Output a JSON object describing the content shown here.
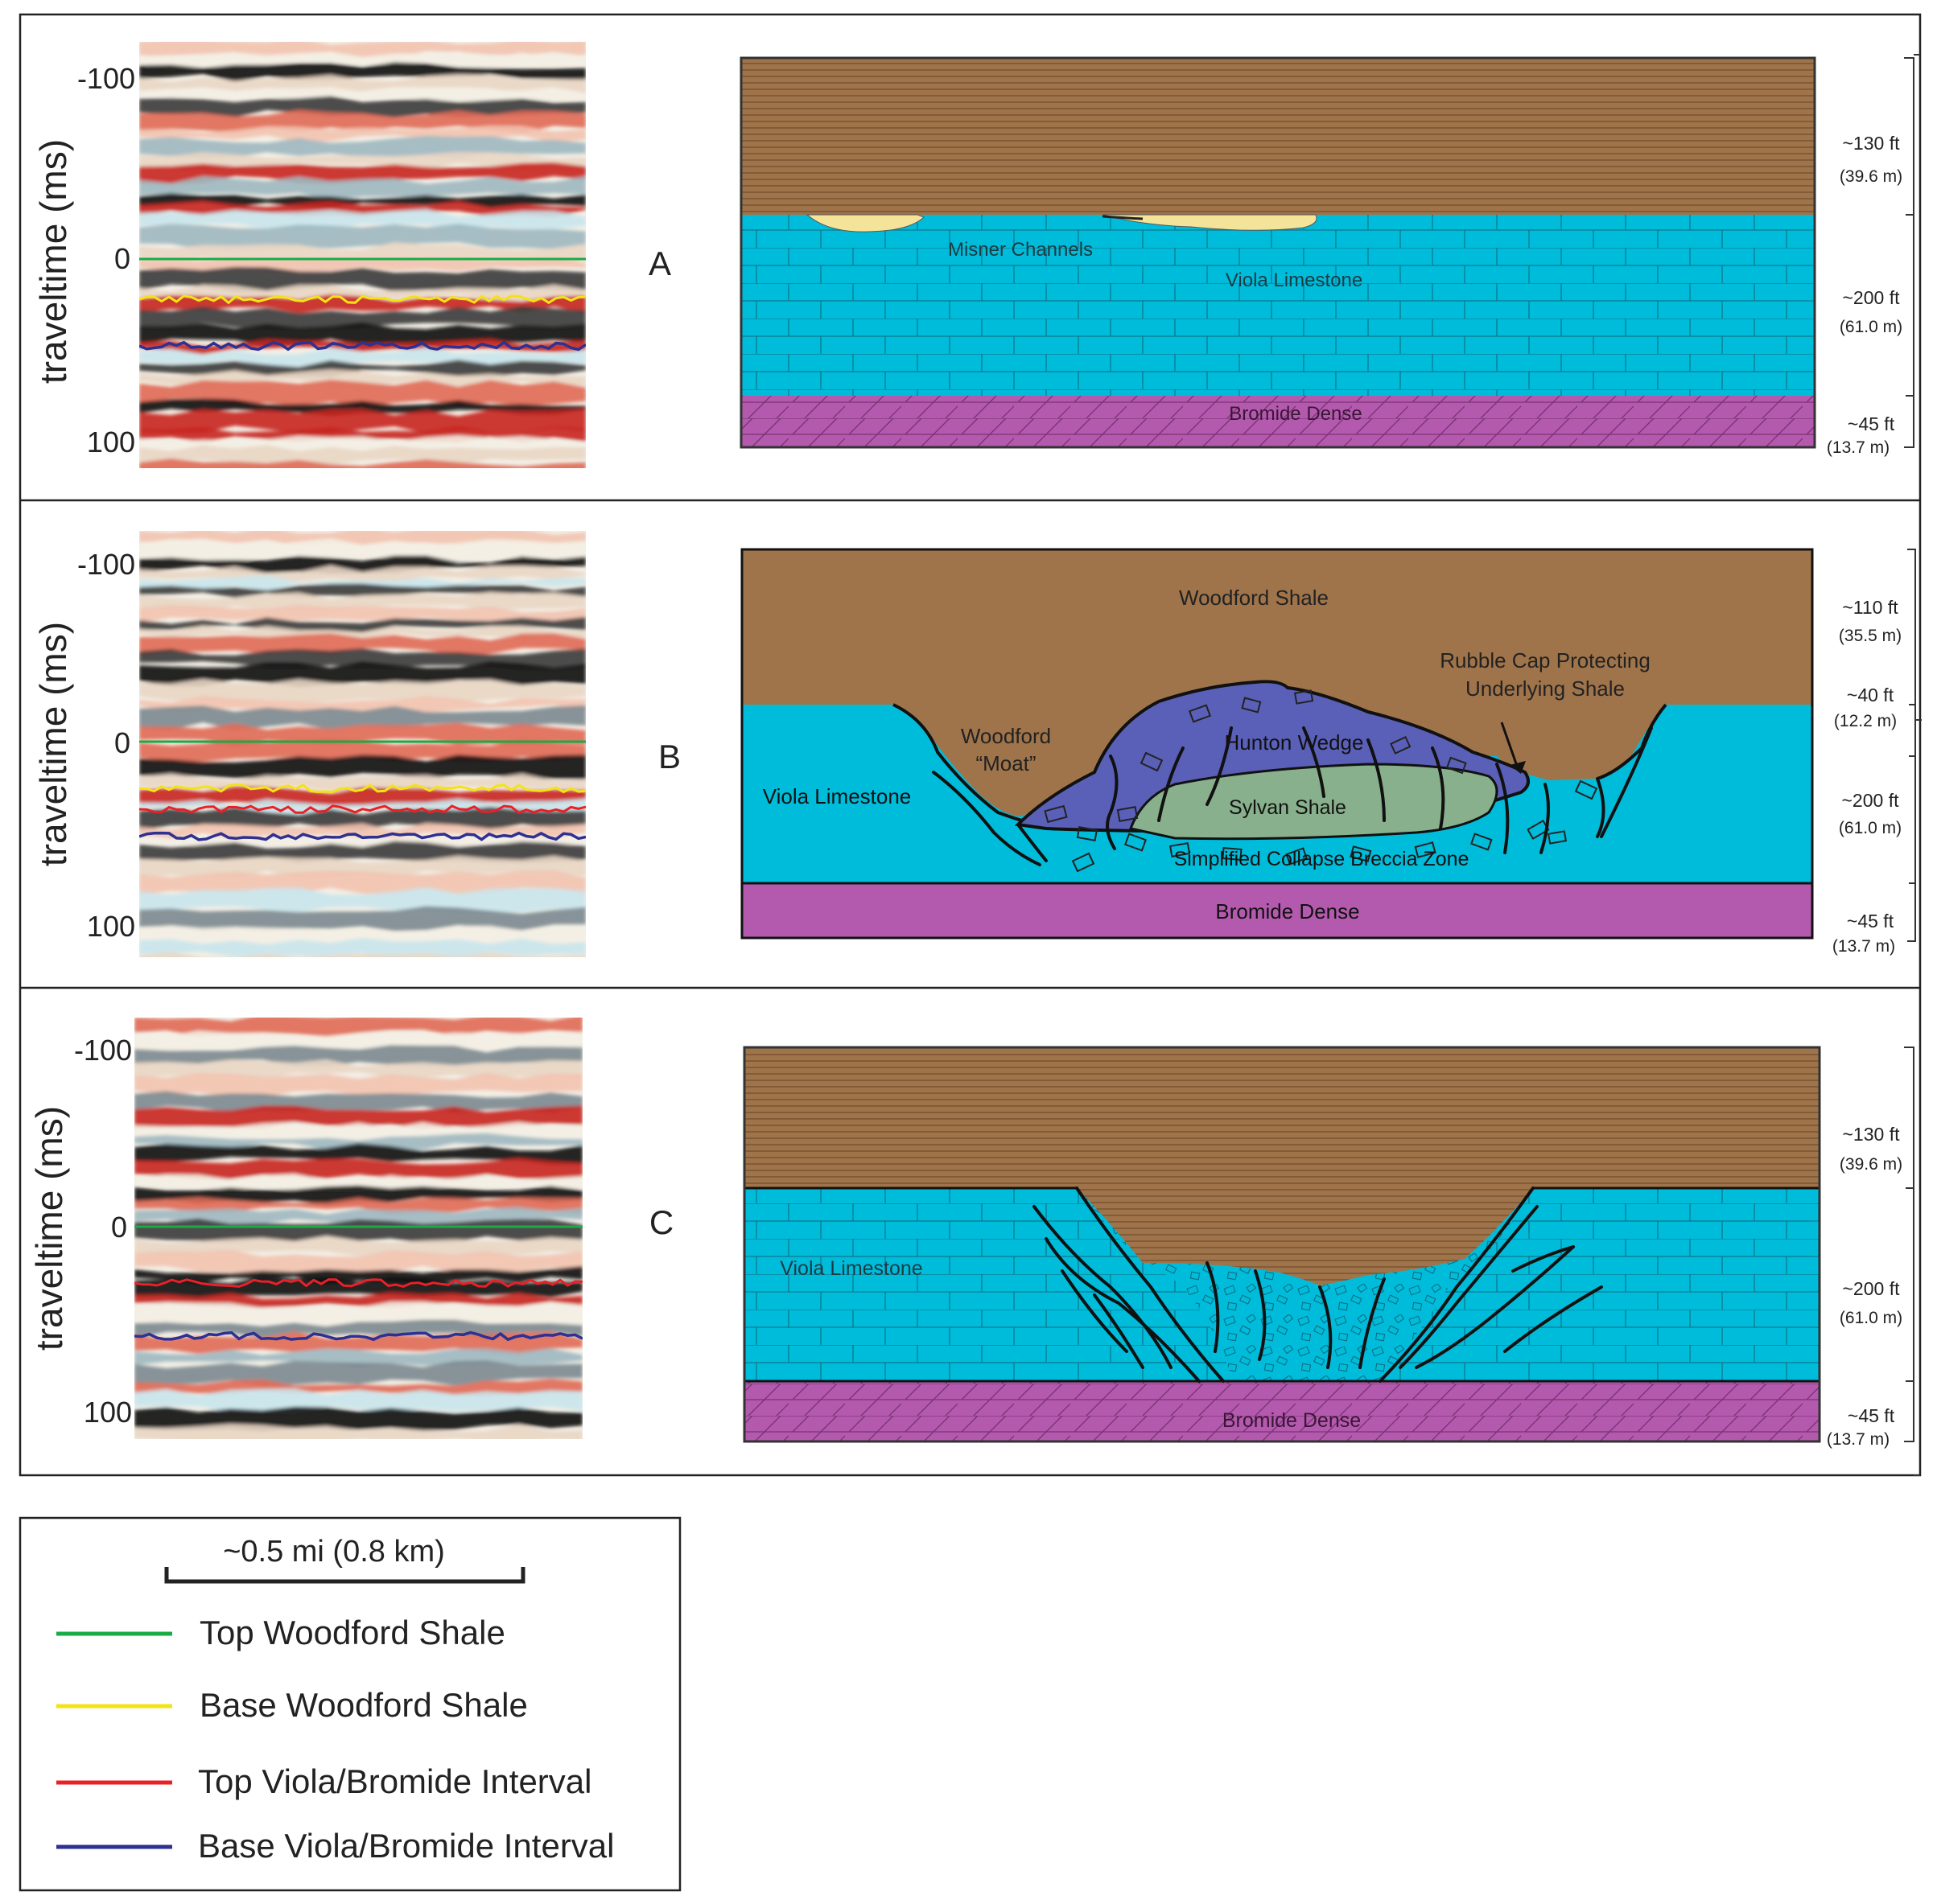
{
  "panels": [
    {
      "letter": "A",
      "y_axis": {
        "label": "traveltime (ms)",
        "ticks": [
          "-100",
          "0",
          "100"
        ]
      },
      "layers": {
        "top_unlabeled": "",
        "channels": "Misner Channels",
        "viola": "Viola Limestone",
        "bromide": "Bromide Dense"
      },
      "thickness": [
        {
          "ft": "~130 ft",
          "m": "(39.6 m)"
        },
        {
          "ft": "~200 ft",
          "m": "(61.0 m)"
        },
        {
          "ft": "~45 ft",
          "m": "(13.7 m)"
        }
      ],
      "horizons": [
        "green",
        "yellow",
        "blue"
      ]
    },
    {
      "letter": "B",
      "y_axis": {
        "label": "traveltime (ms)",
        "ticks": [
          "-100",
          "0",
          "100"
        ]
      },
      "layers": {
        "woodford": "Woodford Shale",
        "rubble_cap_1": "Rubble Cap Protecting",
        "rubble_cap_2": "Underlying Shale",
        "moat_1": "Woodford",
        "moat_2": "“Moat”",
        "hunton": "Hunton Wedge",
        "sylvan": "Sylvan Shale",
        "viola": "Viola Limestone",
        "breccia": "Simplified Collapse Breccia Zone",
        "bromide": "Bromide Dense"
      },
      "thickness": [
        {
          "ft": "~110 ft",
          "m": "(35.5 m)"
        },
        {
          "ft": "~40 ft",
          "m": "(12.2 m)"
        },
        {
          "ft": "~200 ft",
          "m": "(61.0 m)"
        },
        {
          "ft": "~45 ft",
          "m": "(13.7 m)"
        }
      ],
      "horizons": [
        "green",
        "yellow",
        "red",
        "blue"
      ]
    },
    {
      "letter": "C",
      "y_axis": {
        "label": "traveltime (ms)",
        "ticks": [
          "-100",
          "0",
          "100"
        ]
      },
      "layers": {
        "viola": "Viola Limestone",
        "bromide": "Bromide Dense"
      },
      "thickness": [
        {
          "ft": "~130 ft",
          "m": "(39.6 m)"
        },
        {
          "ft": "~200 ft",
          "m": "(61.0 m)"
        },
        {
          "ft": "~45 ft",
          "m": "(13.7 m)"
        }
      ],
      "horizons": [
        "green",
        "red",
        "blue"
      ]
    }
  ],
  "legend": {
    "scale_bar": "~0.5 mi (0.8 km)",
    "items": [
      {
        "label": "Top Woodford Shale",
        "color": "#1aab46"
      },
      {
        "label": "Base Woodford Shale",
        "color": "#f2e316"
      },
      {
        "label": "Top Viola/Bromide Interval",
        "color": "#ea2027"
      },
      {
        "label": "Base Viola/Bromide Interval",
        "color": "#2e3092"
      }
    ]
  },
  "colors": {
    "woodford": "#a0744a",
    "viola": "#00bcdb",
    "bromide": "#b45aae",
    "hunton": "#5a60b8",
    "sylvan": "#88b08c",
    "channel_sand": "#f4e49a"
  }
}
